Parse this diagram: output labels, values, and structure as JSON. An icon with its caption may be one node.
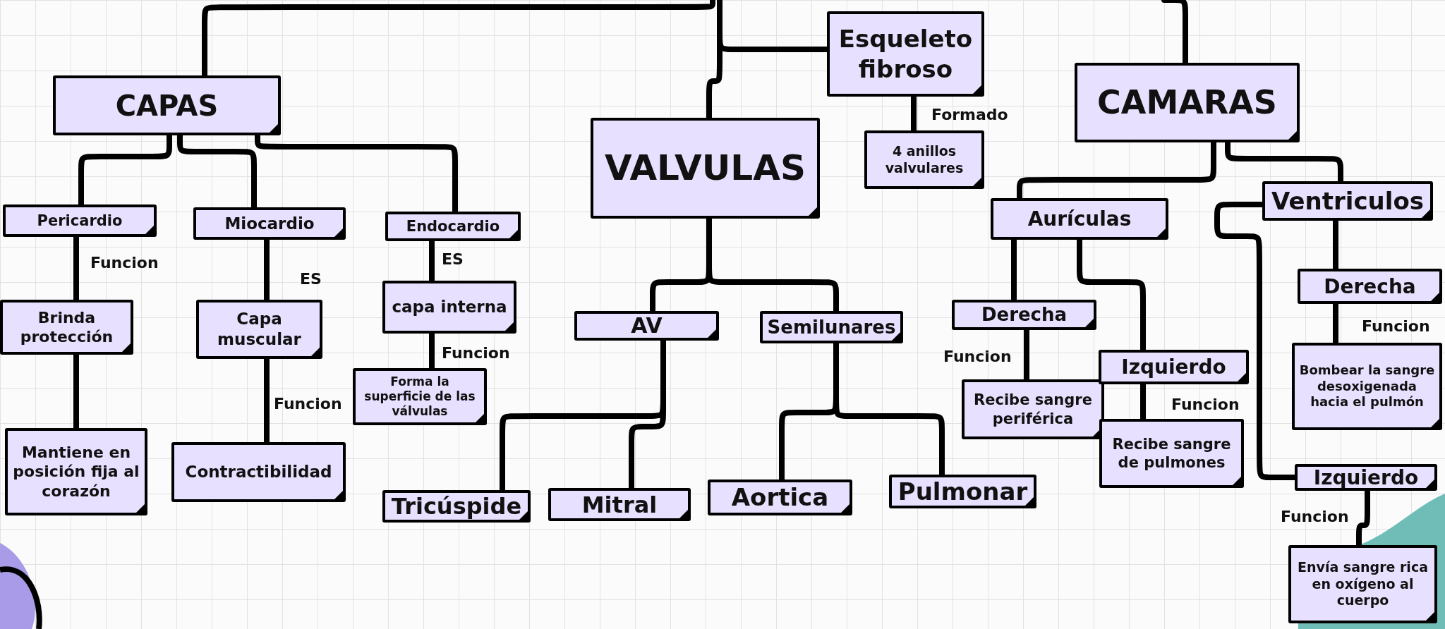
{
  "diagram": {
    "nodes": [
      {
        "text": [
          "CAPAS"
        ]
      },
      {
        "text": [
          "Pericardio"
        ]
      },
      {
        "text": [
          "Brinda protección"
        ]
      },
      {
        "text": [
          "Mantiene en posición fija al corazón"
        ]
      },
      {
        "text": [
          "Miocardio"
        ]
      },
      {
        "text": [
          "Capa muscular"
        ]
      },
      {
        "text": [
          "Contractibilidad"
        ]
      },
      {
        "text": [
          "Endocardio"
        ]
      },
      {
        "text": [
          "capa interna"
        ]
      },
      {
        "text": [
          "Forma la superficie de las válvulas"
        ]
      },
      {
        "text": [
          "VALVULAS"
        ]
      },
      {
        "text": [
          "AV"
        ]
      },
      {
        "text": [
          "Tricúspide"
        ]
      },
      {
        "text": [
          "Mitral"
        ]
      },
      {
        "text": [
          "Semilunares"
        ]
      },
      {
        "text": [
          "Aortica"
        ]
      },
      {
        "text": [
          "Pulmonar"
        ]
      },
      {
        "text": [
          "Esqueleto fibroso"
        ]
      },
      {
        "text": [
          "4 anillos valvulares"
        ]
      },
      {
        "text": [
          "CAMARAS"
        ]
      },
      {
        "text": [
          "Aurículas"
        ]
      },
      {
        "text": [
          "Derecha"
        ]
      },
      {
        "text": [
          "Recibe sangre periférica"
        ]
      },
      {
        "text": [
          "Izquierdo"
        ]
      },
      {
        "text": [
          "Recibe sangre de pulmones"
        ]
      },
      {
        "text": [
          "Ventriculos"
        ]
      },
      {
        "text": [
          "Derecha"
        ]
      },
      {
        "text": [
          "Bombear la sangre desoxigenada hacia el pulmón"
        ]
      },
      {
        "text": [
          "Izquierdo"
        ]
      },
      {
        "text": [
          "Envía sangre rica en oxígeno al cuerpo"
        ]
      }
    ],
    "edges": [
      {
        "from": null,
        "to": 0,
        "arrow": "none"
      },
      {
        "from": null,
        "to": 10,
        "arrow": "none"
      },
      {
        "from": null,
        "to": 17,
        "arrow": "none"
      },
      {
        "from": null,
        "to": 19,
        "arrow": "none"
      },
      {
        "from": 0,
        "to": 1,
        "arrow": "none"
      },
      {
        "from": 0,
        "to": 4,
        "arrow": "none"
      },
      {
        "from": 0,
        "to": 7,
        "arrow": "none"
      },
      {
        "from": 1,
        "to": 2,
        "arrow": "none",
        "label": "Funcion"
      },
      {
        "from": 2,
        "to": 3,
        "arrow": "none"
      },
      {
        "from": 4,
        "to": 5,
        "arrow": "none",
        "label": "ES"
      },
      {
        "from": 5,
        "to": 6,
        "arrow": "none",
        "label": "Funcion"
      },
      {
        "from": 7,
        "to": 8,
        "arrow": "none",
        "label": "ES"
      },
      {
        "from": 8,
        "to": 9,
        "arrow": "none",
        "label": "Funcion"
      },
      {
        "from": 10,
        "to": 11,
        "arrow": "none"
      },
      {
        "from": 10,
        "to": 14,
        "arrow": "none"
      },
      {
        "from": 11,
        "to": 12,
        "arrow": "none"
      },
      {
        "from": 11,
        "to": 13,
        "arrow": "none"
      },
      {
        "from": 14,
        "to": 15,
        "arrow": "none"
      },
      {
        "from": 14,
        "to": 16,
        "arrow": "none"
      },
      {
        "from": 17,
        "to": 18,
        "arrow": "none",
        "label": "Formado"
      },
      {
        "from": 19,
        "to": 20,
        "arrow": "none"
      },
      {
        "from": 19,
        "to": 25,
        "arrow": "none"
      },
      {
        "from": 20,
        "to": 21,
        "arrow": "none"
      },
      {
        "from": 20,
        "to": 23,
        "arrow": "none"
      },
      {
        "from": 21,
        "to": 22,
        "arrow": "none",
        "label": "Funcion"
      },
      {
        "from": 23,
        "to": 24,
        "arrow": "none",
        "label": "Funcion"
      },
      {
        "from": 25,
        "to": 26,
        "arrow": "none"
      },
      {
        "from": 25,
        "to": 28,
        "arrow": "none"
      },
      {
        "from": 26,
        "to": 27,
        "arrow": "none",
        "label": "Funcion"
      },
      {
        "from": 28,
        "to": 29,
        "arrow": "none",
        "label": "Funcion"
      }
    ]
  }
}
